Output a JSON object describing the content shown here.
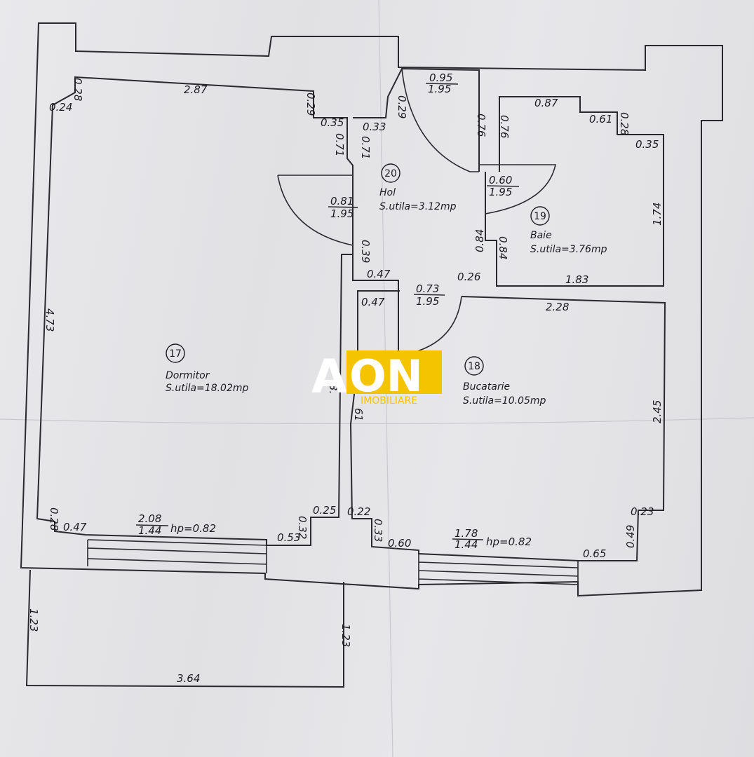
{
  "rooms": [
    {
      "number": "17",
      "name": "Dormitor",
      "area": "S.utila=18.02mp"
    },
    {
      "number": "18",
      "name": "Bucatarie",
      "area": "S.utila=10.05mp"
    },
    {
      "number": "19",
      "name": "Baie",
      "area": "S.utila=3.76mp"
    },
    {
      "number": "20",
      "name": "Hol",
      "area": "S.utila=3.12mp"
    }
  ],
  "dimensions": {
    "bed_top": "2.87",
    "bed_left": "4.73",
    "bed_tl_a": "0.28",
    "bed_tl_b": "0.24",
    "bed_tr_a": "0.29",
    "bed_tr_b": "0.35",
    "bed_tr_c": "0.71",
    "bed_win_w": "2.08",
    "bed_win_h": "1.44",
    "bed_hp": "hp=0.82",
    "bed_bl_a": "0.28",
    "bed_bl_b": "0.47",
    "bed_br_a": "0.53",
    "bed_br_b": "0.32",
    "bed_br_c": "0.25",
    "bed_right_partial": "3.",
    "hol_tl_a": "0.33",
    "hol_tl_b": "0.29",
    "hol_tl_c": "0.71",
    "hol_door_w": "0.81",
    "hol_door_h": "1.95",
    "hol_low_a": "0.39",
    "hol_low_b": "0.47",
    "hol_low_c": "0.47",
    "kit_door_w": "0.73",
    "kit_door_h": "1.95",
    "kit_door_c": "0.26",
    "entry_w": "0.95",
    "entry_h": "1.95",
    "entry_side": "0.76",
    "bath_top": "0.87",
    "bath_left": "0.76",
    "bath_tr_a": "0.61",
    "bath_tr_b": "0.28",
    "bath_tr_c": "0.35",
    "bath_right": "1.74",
    "bath_bottom": "1.83",
    "bath_door_w": "0.60",
    "bath_door_h": "1.95",
    "bath_low_a": "0.84",
    "bath_low_b": "0.84",
    "kit_top": "2.28",
    "kit_right": "2.45",
    "kit_left_partial": "61",
    "kit_bl_a": "0.22",
    "kit_bl_b": "0.33",
    "kit_bl_c": "0.60",
    "kit_win_w": "1.78",
    "kit_win_h": "1.44",
    "kit_hp": "hp=0.82",
    "kit_br_a": "0.23",
    "kit_br_b": "0.49",
    "kit_br_c": "0.65",
    "balc_left": "1.23",
    "balc_right": "1.23",
    "balc_bottom": "3.64"
  },
  "watermark": {
    "mark": "AON",
    "sub": "IMOBILIARE",
    "colors": {
      "yellow": "#f5c400",
      "white": "#ffffff"
    }
  }
}
